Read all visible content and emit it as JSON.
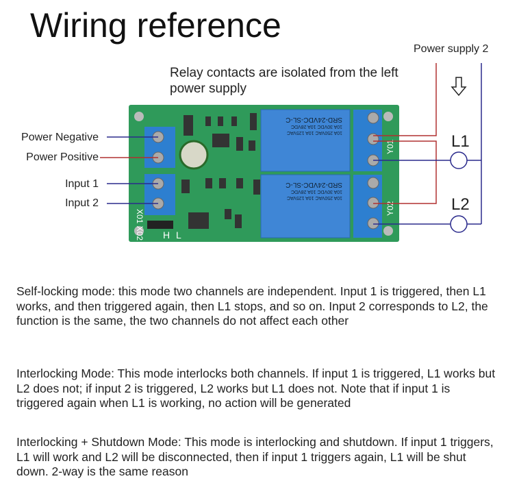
{
  "title": "Wiring reference",
  "relay_note": "Relay contacts are isolated from the left power supply",
  "power_supply_2": "Power supply 2",
  "left_labels": {
    "power_negative": "Power Negative",
    "power_positive": "Power Positive",
    "input1": "Input 1",
    "input2": "Input 2"
  },
  "loads": {
    "l1": "L1",
    "l2": "L2"
  },
  "board": {
    "relay_model": "SRD-24VDC-SL-C",
    "relay_rating1": "10A 250VAC 10A 125VAC",
    "relay_rating2": "10A 30VDC 10A 28VDC",
    "terminal_y01": "Y01",
    "terminal_y02": "Y02",
    "terminal_x": "X01 X02",
    "jumper_h": "H",
    "jumper_l": "L",
    "colors": {
      "pcb": "#2f9a5a",
      "relay": "#3f86d6",
      "terminal": "#2d7fd0"
    }
  },
  "wire_colors": {
    "negative": "#2a2a8c",
    "positive": "#b03030"
  },
  "modes": [
    "Self-locking mode: this mode two channels are independent. Input 1 is triggered, then L1 works, and then triggered again, then L1 stops, and so on. Input 2 corresponds to L2, the function is the same, the two channels do not affect each other",
    "Interlocking Mode: This mode interlocks both channels. If input 1 is triggered, L1 works but L2 does not; if input 2 is triggered, L2 works but L1 does not. Note that if input 1 is triggered again when L1 is working, no action will be generated",
    "Interlocking + Shutdown Mode: This mode is interlocking and shutdown. If input 1 triggers, L1 will work and L2 will be disconnected, then if input 1 triggers again, L1 will be shut down. 2-way is the same reason"
  ]
}
